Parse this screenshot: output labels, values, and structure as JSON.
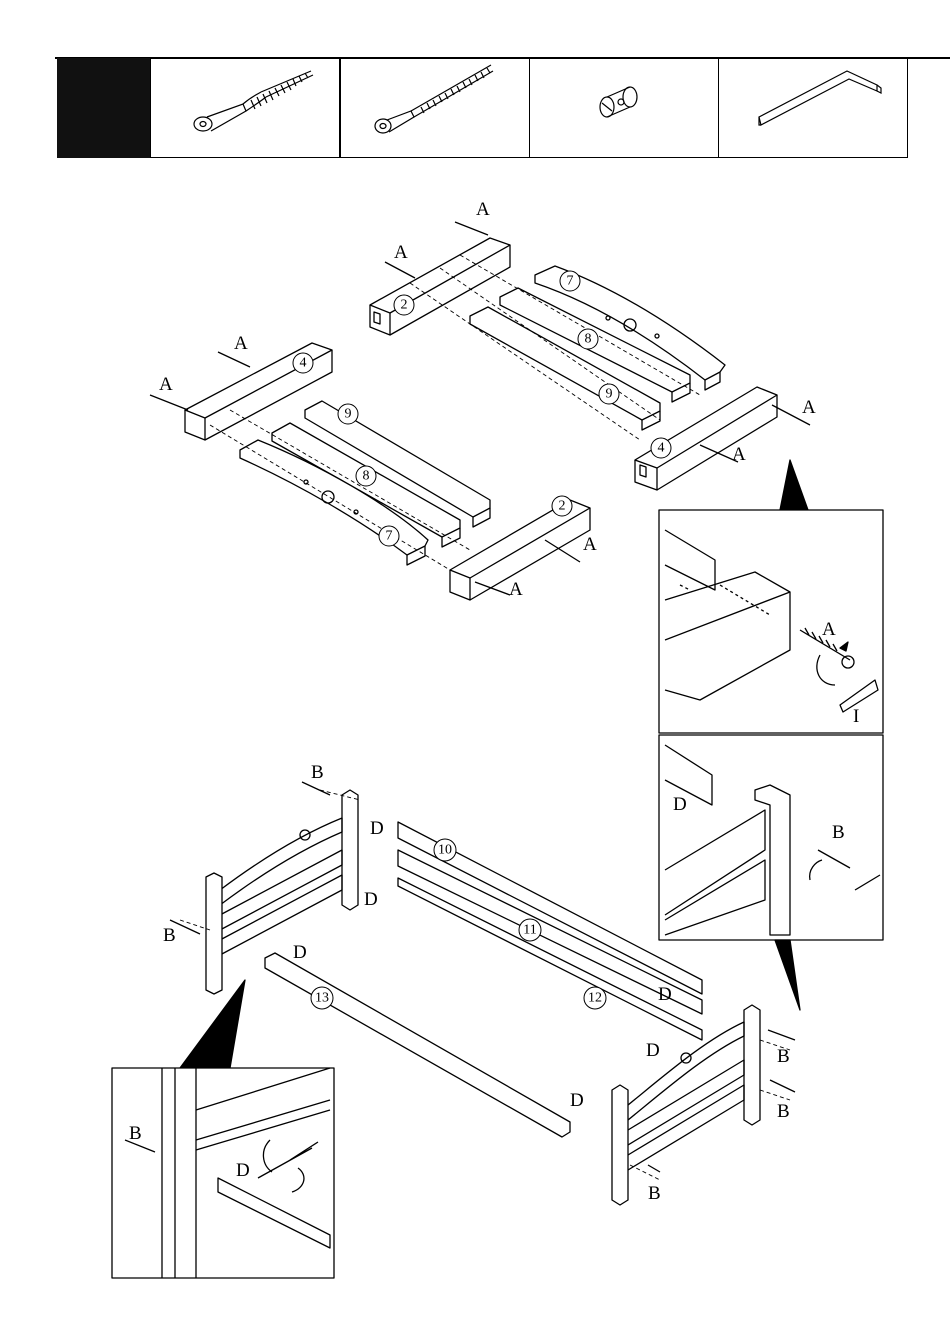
{
  "hardware": [
    {
      "icon": "long-wood-screw-icon"
    },
    {
      "icon": "threaded-bolt-icon"
    },
    {
      "icon": "barrel-nut-icon"
    },
    {
      "icon": "allen-key-icon"
    }
  ],
  "labels": {
    "a": "A",
    "b": "B",
    "d": "D",
    "i": "I"
  },
  "parts": {
    "p2": "2",
    "p4": "4",
    "p7": "7",
    "p8": "8",
    "p9": "9",
    "p10": "10",
    "p11": "11",
    "p12": "12",
    "p13": "13"
  }
}
